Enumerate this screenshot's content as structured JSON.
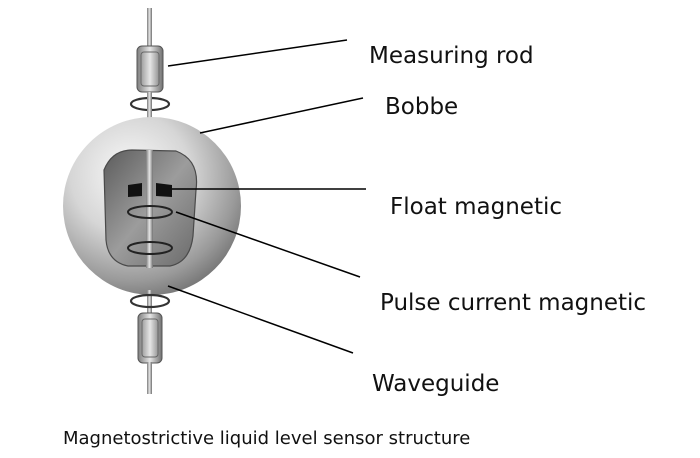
{
  "labels": {
    "measuring_rod": "Measuring rod",
    "bobbe": "Bobbe",
    "float_magnetic": "Float magnetic",
    "pulse_current_magnetic": "Pulse current magnetic",
    "waveguide": "Waveguide"
  },
  "caption": "Magnetostrictive liquid level sensor structure",
  "colors": {
    "background": "#ffffff",
    "text": "#111111",
    "leader_line": "#000000",
    "sphere_light": "#f2f2f2",
    "sphere_dark": "#7a7a7a",
    "rod": "#8f8f8f"
  }
}
